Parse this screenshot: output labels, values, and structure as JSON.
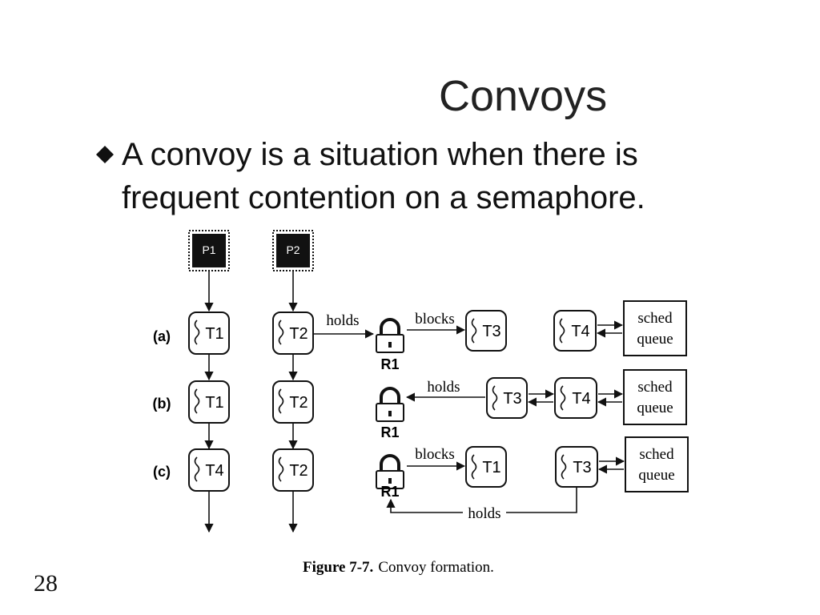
{
  "slide": {
    "title": "Convoys",
    "bullet": "A convoy is a situation when there is frequent contention on a semaphore.",
    "page_number": "28"
  },
  "figure": {
    "processors": [
      "P1",
      "P2"
    ],
    "row_labels": [
      "(a)",
      "(b)",
      "(c)"
    ],
    "rows": {
      "a": {
        "col1": "T1",
        "col2": "T2",
        "lock": "R1",
        "edge1": "holds",
        "edge2": "blocks",
        "waiter": "T3",
        "queued": "T4",
        "queue_line1": "sched",
        "queue_line2": "queue"
      },
      "b": {
        "col1": "T1",
        "col2": "T2",
        "lock": "R1",
        "edge1": "holds",
        "queued1": "T3",
        "queued2": "T4",
        "queue_line1": "sched",
        "queue_line2": "queue"
      },
      "c": {
        "col1": "T4",
        "col2": "T2",
        "lock": "R1",
        "edge1": "blocks",
        "waiter": "T1",
        "queued": "T3",
        "edge2": "holds",
        "queue_line1": "sched",
        "queue_line2": "queue"
      }
    },
    "caption_bold": "Figure 7-7.",
    "caption_text": "Convoy formation."
  }
}
